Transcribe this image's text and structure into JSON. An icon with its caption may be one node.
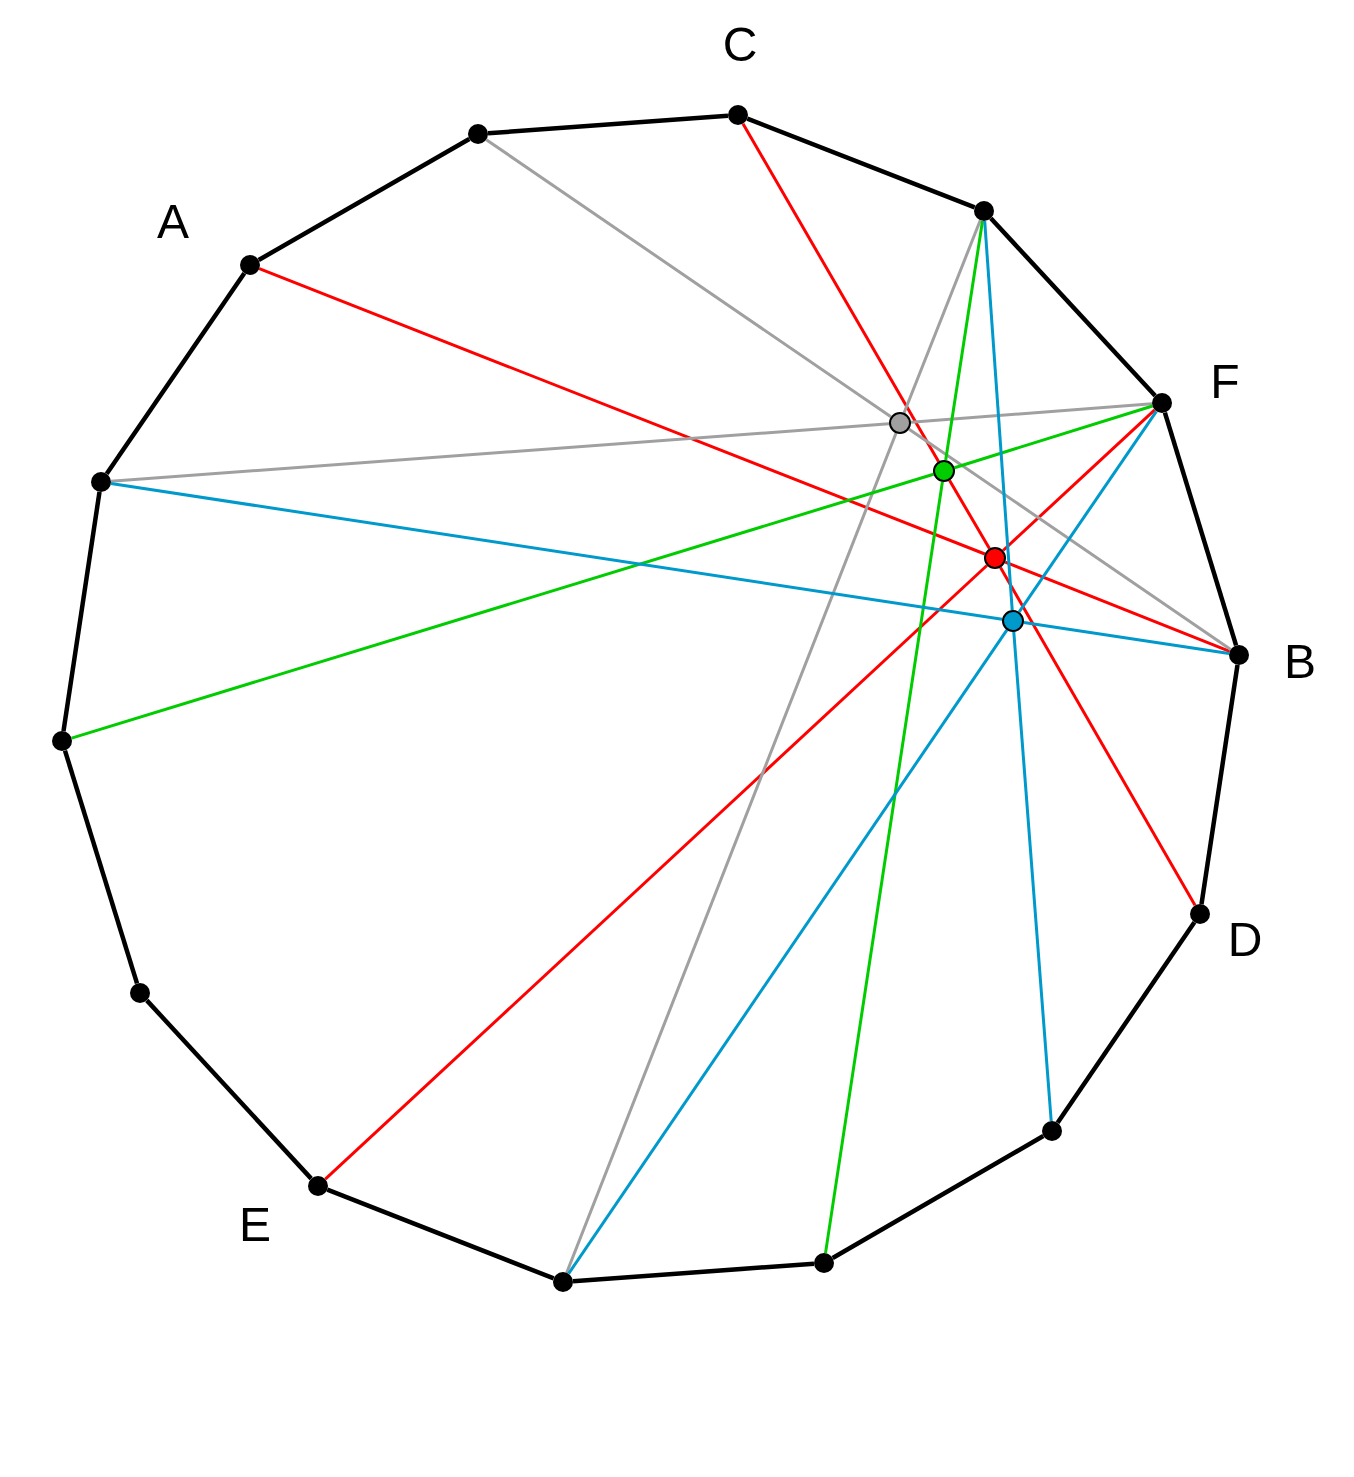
{
  "diagram": {
    "nodes": [
      {
        "text": [],
        "shape": "circle",
        "beside": [
          "C"
        ]
      },
      {
        "text": [],
        "shape": "circle"
      },
      {
        "text": [],
        "shape": "circle",
        "beside": [
          "F"
        ]
      },
      {
        "text": [],
        "shape": "circle",
        "beside": [
          "B"
        ]
      },
      {
        "text": [],
        "shape": "circle",
        "beside": [
          "D"
        ]
      },
      {
        "text": [],
        "shape": "circle"
      },
      {
        "text": [],
        "shape": "circle"
      },
      {
        "text": [],
        "shape": "circle"
      },
      {
        "text": [],
        "shape": "circle",
        "beside": [
          "E"
        ]
      },
      {
        "text": [],
        "shape": "circle"
      },
      {
        "text": [],
        "shape": "circle"
      },
      {
        "text": [],
        "shape": "circle"
      },
      {
        "text": [],
        "shape": "circle",
        "beside": [
          "A"
        ]
      },
      {
        "text": [],
        "shape": "circle"
      },
      {
        "text": [],
        "shape": "circle"
      },
      {
        "text": [],
        "shape": "circle"
      },
      {
        "text": [],
        "shape": "circle"
      },
      {
        "text": [],
        "shape": "circle"
      }
    ],
    "edges": [
      {
        "from": 0,
        "to": 1,
        "arrow": "none"
      },
      {
        "from": 1,
        "to": 2,
        "arrow": "none"
      },
      {
        "from": 2,
        "to": 3,
        "arrow": "none"
      },
      {
        "from": 3,
        "to": 4,
        "arrow": "none"
      },
      {
        "from": 4,
        "to": 5,
        "arrow": "none"
      },
      {
        "from": 5,
        "to": 6,
        "arrow": "none"
      },
      {
        "from": 6,
        "to": 7,
        "arrow": "none"
      },
      {
        "from": 7,
        "to": 8,
        "arrow": "none"
      },
      {
        "from": 8,
        "to": 9,
        "arrow": "none"
      },
      {
        "from": 9,
        "to": 10,
        "arrow": "none"
      },
      {
        "from": 10,
        "to": 11,
        "arrow": "none"
      },
      {
        "from": 11,
        "to": 12,
        "arrow": "none"
      },
      {
        "from": 12,
        "to": 13,
        "arrow": "none"
      },
      {
        "from": 13,
        "to": 0,
        "arrow": "none"
      },
      {
        "from": 12,
        "to": 16,
        "arrow": "none",
        "color": "#ff0000"
      },
      {
        "from": 16,
        "to": 3,
        "arrow": "none",
        "color": "#ff0000"
      },
      {
        "from": 0,
        "to": 15,
        "arrow": "none",
        "color": "#ff0000"
      },
      {
        "from": 15,
        "to": 16,
        "arrow": "none",
        "color": "#ff0000"
      },
      {
        "from": 16,
        "to": 4,
        "arrow": "none",
        "color": "#ff0000"
      },
      {
        "from": 2,
        "to": 16,
        "arrow": "none",
        "color": "#ff0000"
      },
      {
        "from": 16,
        "to": 8,
        "arrow": "none",
        "color": "#ff0000"
      },
      {
        "from": 13,
        "to": 14,
        "arrow": "none",
        "color": "#a0a0a0"
      },
      {
        "from": 14,
        "to": 3,
        "arrow": "none",
        "color": "#a0a0a0"
      },
      {
        "from": 11,
        "to": 14,
        "arrow": "none",
        "color": "#a0a0a0"
      },
      {
        "from": 14,
        "to": 2,
        "arrow": "none",
        "color": "#a0a0a0"
      },
      {
        "from": 1,
        "to": 14,
        "arrow": "none",
        "color": "#a0a0a0"
      },
      {
        "from": 14,
        "to": 7,
        "arrow": "none",
        "color": "#a0a0a0"
      },
      {
        "from": 10,
        "to": 15,
        "arrow": "none",
        "color": "#00cc00"
      },
      {
        "from": 15,
        "to": 2,
        "arrow": "none",
        "color": "#00cc00"
      },
      {
        "from": 1,
        "to": 15,
        "arrow": "none",
        "color": "#00cc00"
      },
      {
        "from": 15,
        "to": 6,
        "arrow": "none",
        "color": "#00cc00"
      },
      {
        "from": 11,
        "to": 17,
        "arrow": "none",
        "color": "#0099cc"
      },
      {
        "from": 17,
        "to": 3,
        "arrow": "none",
        "color": "#0099cc"
      },
      {
        "from": 1,
        "to": 17,
        "arrow": "none",
        "color": "#0099cc"
      },
      {
        "from": 17,
        "to": 5,
        "arrow": "none",
        "color": "#0099cc"
      },
      {
        "from": 2,
        "to": 17,
        "arrow": "none",
        "color": "#0099cc"
      },
      {
        "from": 17,
        "to": 7,
        "arrow": "none",
        "color": "#0099cc"
      }
    ]
  }
}
